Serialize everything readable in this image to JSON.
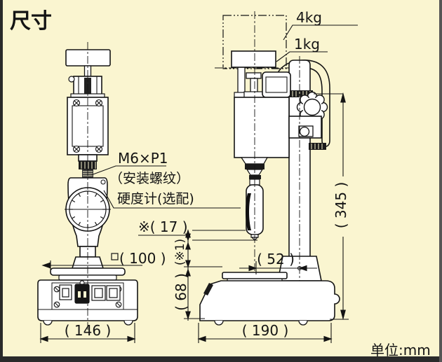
{
  "page": {
    "title": "尺寸",
    "unit": "单位:mm",
    "background_color": "#FAF5D0",
    "line_color": "#141414"
  },
  "labels": {
    "weight_option": "4kg",
    "weight_standard": "1kg",
    "mount_thread": "M6×P1",
    "mount_thread_note": "（安装螺纹）",
    "durometer_note": "硬度计(选配)"
  },
  "dimensions": {
    "tip_stroke": "※( 17 )",
    "gap_note": "(※1)",
    "table_height": "( 68 )",
    "total_height": "( 345 )",
    "table_size": "( 100 )",
    "spindle_offset": "( 52 )",
    "base_width": "( 146 )",
    "base_depth": "( 190 )"
  }
}
